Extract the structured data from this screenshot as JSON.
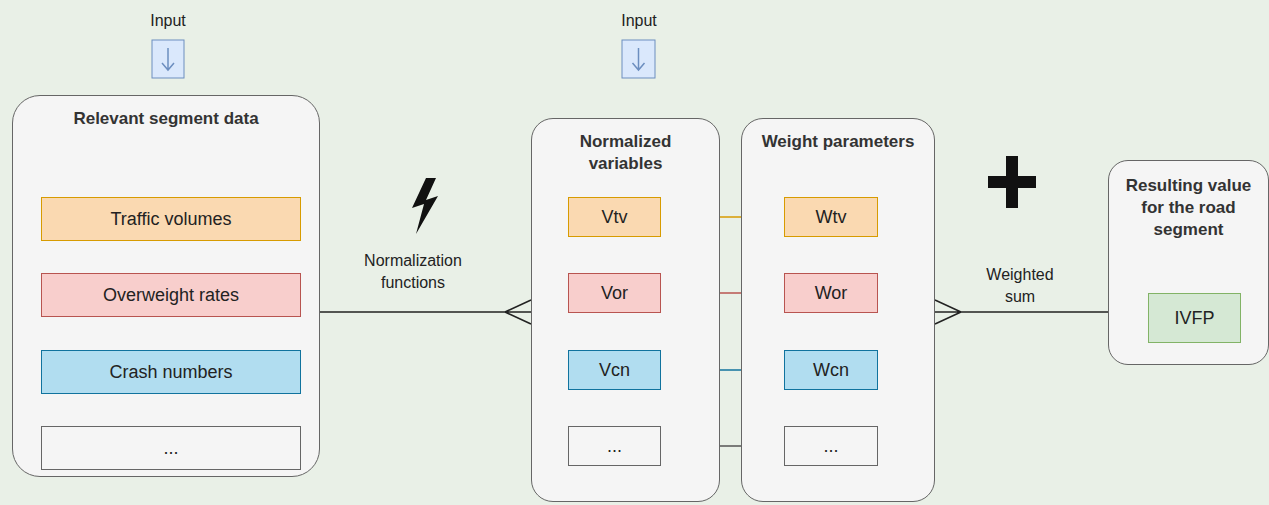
{
  "diagram": {
    "nodes": [
      {
        "text": [
          "Relevant segment data"
        ]
      },
      {
        "text": [
          "Traffic volumes"
        ],
        "in": 0
      },
      {
        "text": [
          "Overweight rates"
        ],
        "in": 0
      },
      {
        "text": [
          "Crash numbers"
        ],
        "in": 0
      },
      {
        "text": [
          "..."
        ],
        "in": 0
      },
      {
        "text": [
          "Normalized variables"
        ]
      },
      {
        "text": [
          "Vtv"
        ],
        "in": 5
      },
      {
        "text": [
          "Vor"
        ],
        "in": 5
      },
      {
        "text": [
          "Vcn"
        ],
        "in": 5
      },
      {
        "text": [
          "..."
        ],
        "in": 5
      },
      {
        "text": [
          "Weight parameters"
        ]
      },
      {
        "text": [
          "Wtv"
        ],
        "in": 10
      },
      {
        "text": [
          "Wor"
        ],
        "in": 10
      },
      {
        "text": [
          "Wcn"
        ],
        "in": 10
      },
      {
        "text": [
          "..."
        ],
        "in": 10
      },
      {
        "text": [
          "Resulting value for the road segment"
        ]
      },
      {
        "text": [
          "IVFP"
        ],
        "in": 15
      }
    ],
    "edges": [
      {
        "from": 0,
        "to": 5,
        "arrow": "none"
      },
      {
        "from": 6,
        "to": 11,
        "arrow": "none"
      },
      {
        "from": 7,
        "to": 12,
        "arrow": "none"
      },
      {
        "from": 8,
        "to": 13,
        "arrow": "none"
      },
      {
        "from": 9,
        "to": 14,
        "arrow": "none"
      },
      {
        "from": 10,
        "to": 15,
        "arrow": "none"
      }
    ],
    "labels": [
      "Input",
      "Input",
      "Normalization functions",
      "Weighted sum"
    ]
  }
}
